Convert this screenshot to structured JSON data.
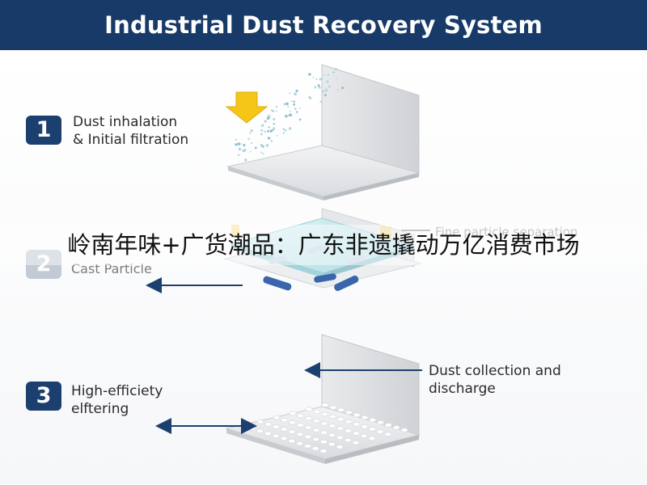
{
  "header": {
    "title": "Industrial Dust Recovery System",
    "background": "#173a68"
  },
  "steps": [
    {
      "number": "1",
      "lines": [
        "Dust inhalation",
        "& Initial filtration"
      ]
    },
    {
      "number": "2",
      "label": "Cast Particle",
      "right_label": "Fine particle separation"
    },
    {
      "number": "3",
      "lines": [
        "High-efficiety",
        "elftering"
      ],
      "right_lines": [
        "Dust collection and",
        "discharge"
      ]
    }
  ],
  "overlay": {
    "caption": "岭南年味+广货潮品：广东非遗撬动万亿消费市场"
  },
  "colors": {
    "accent_arrow": "#f5c518",
    "badge": "#1b3f6e",
    "arrow_line": "#1b3f6e",
    "glass": "#bfe6ec",
    "tile": "#2f5ea7"
  },
  "icons": {
    "intake": "down-arrow-icon"
  }
}
